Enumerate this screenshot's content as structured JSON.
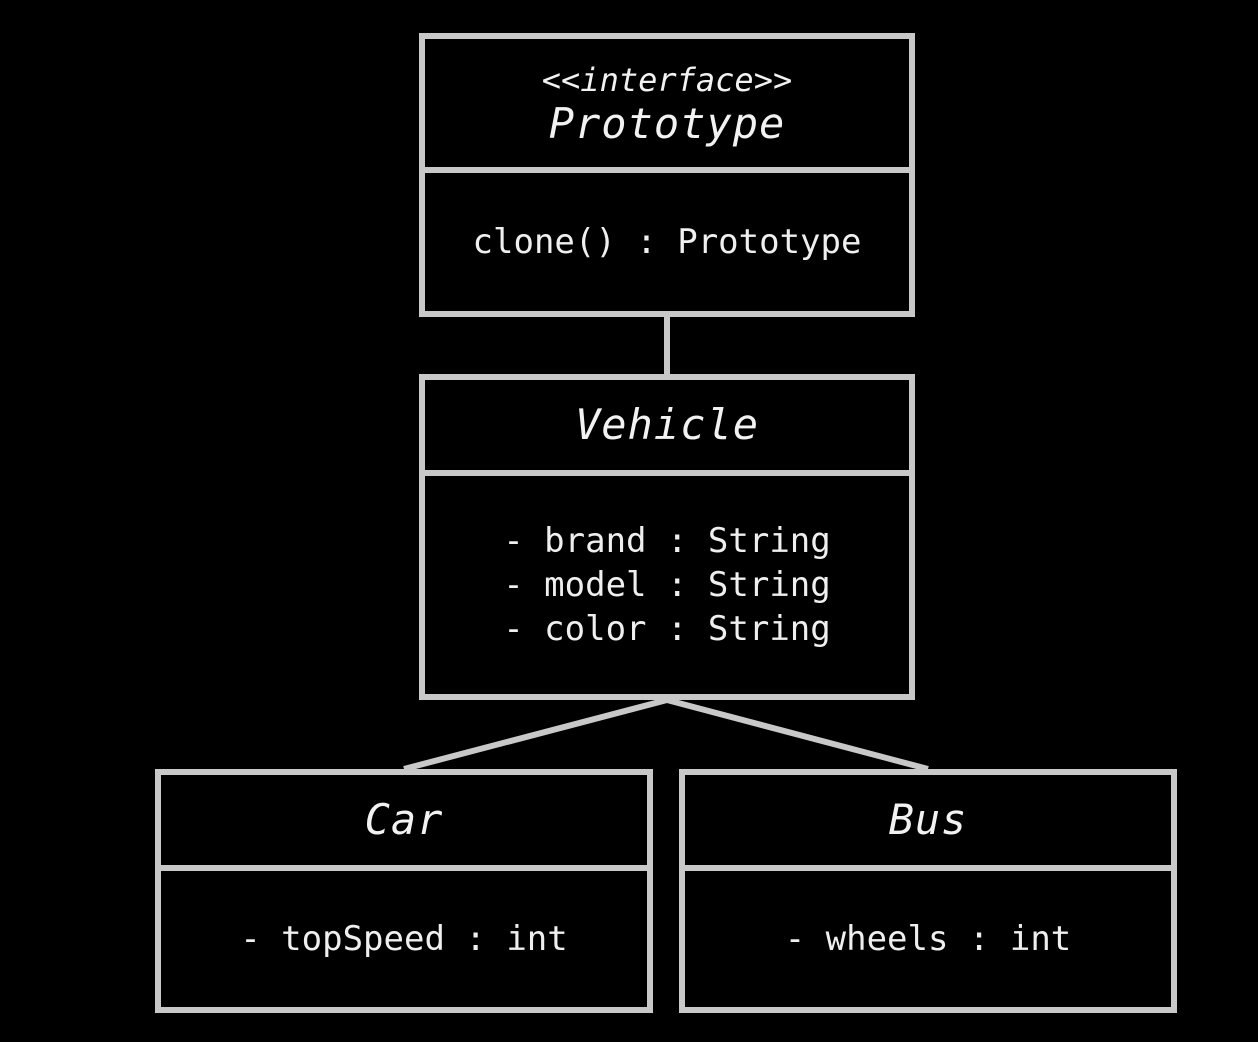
{
  "colors": {
    "background": "#000000",
    "border": "#c8c8c8",
    "text": "#f2f2f2"
  },
  "prototype": {
    "stereotype": "<<interface>>",
    "name": "Prototype",
    "members": [
      "clone() : Prototype"
    ]
  },
  "vehicle": {
    "name": "Vehicle",
    "members": [
      "- brand : String",
      "- model : String",
      "- color : String"
    ]
  },
  "car": {
    "name": "Car",
    "members": [
      "- topSpeed : int"
    ]
  },
  "bus": {
    "name": "Bus",
    "members": [
      "- wheels : int"
    ]
  }
}
